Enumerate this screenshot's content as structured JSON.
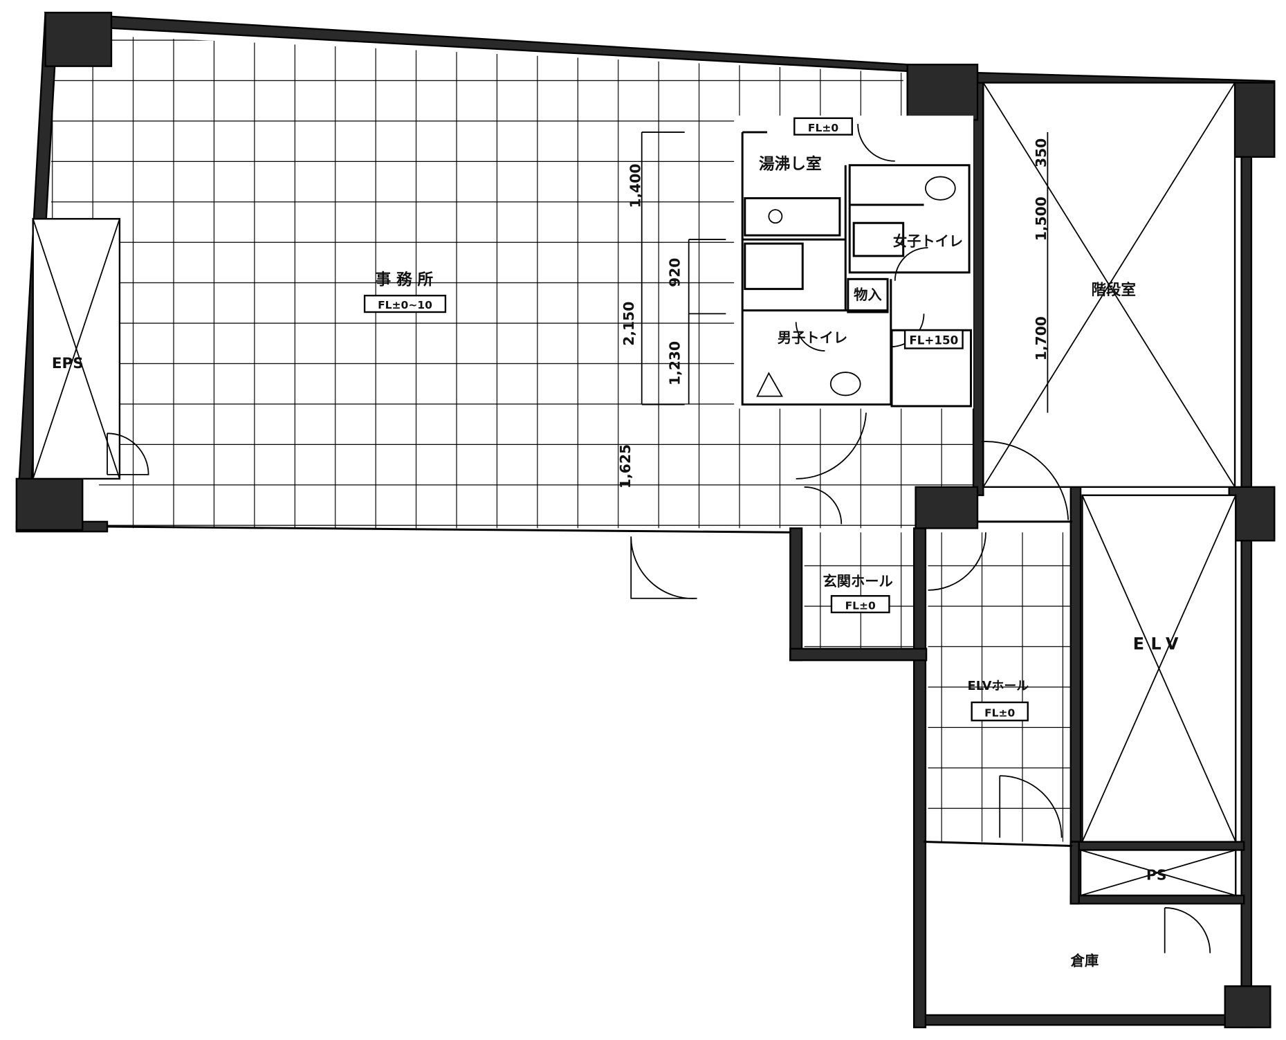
{
  "plan": {
    "rooms": {
      "office": {
        "name": "事 務 所",
        "level": "FL±0~10"
      },
      "eps": {
        "name": "EPS"
      },
      "kitchenette": {
        "name": "湯沸し室",
        "level": "FL±0"
      },
      "womens_toilet": {
        "name": "女子トイレ"
      },
      "mens_toilet": {
        "name": "男子トイレ"
      },
      "storage_closet": {
        "name": "物入"
      },
      "corridor": {
        "level": "FL+150"
      },
      "stairwell": {
        "name": "階段室"
      },
      "entrance_hall": {
        "name": "玄関ホール",
        "level": "FL±0"
      },
      "elevator_hall": {
        "name": "ELVホール",
        "level": "FL±0"
      },
      "elevator": {
        "name": "ELV"
      },
      "ps": {
        "name": "PS"
      },
      "warehouse": {
        "name": "倉庫"
      }
    },
    "dimensions": {
      "office_1": "1,400",
      "office_2": "920",
      "office_3": "2,150",
      "office_4": "1,230",
      "office_5": "1,625",
      "stair_1": "350",
      "stair_2": "1,500",
      "stair_3": "1,700"
    }
  }
}
